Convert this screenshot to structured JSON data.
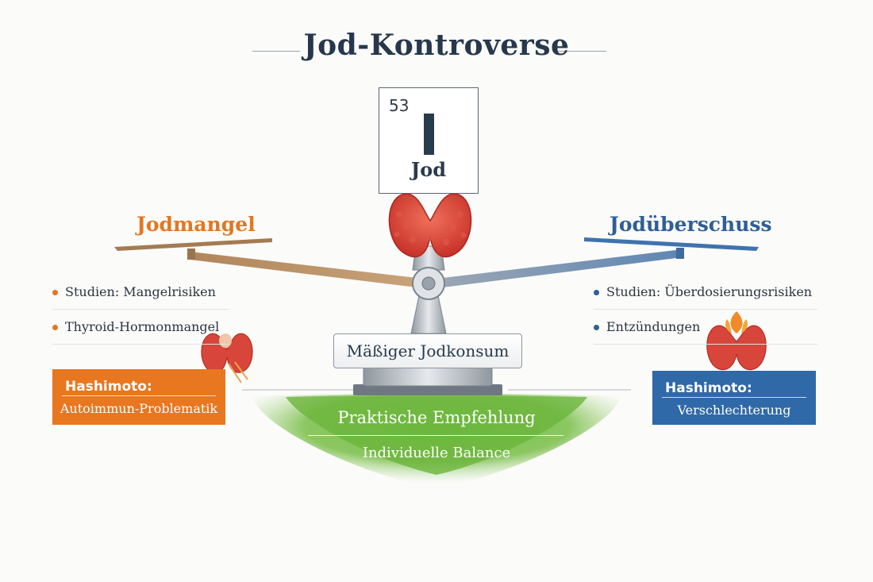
{
  "title": "Jod-Kontroverse",
  "element": {
    "number": "53",
    "symbol": "I",
    "name": "Jod"
  },
  "left": {
    "heading": "Jodmangel",
    "items": [
      "Studien: Mangelrisiken",
      "Thyroid-Hormonmangel"
    ],
    "box": {
      "title": "Hashimoto:",
      "text": "Autoimmun-Problematik"
    },
    "color": "#e8771f"
  },
  "right": {
    "heading": "Jodüberschuss",
    "items": [
      "Studien: Überdosierungsrisiken",
      "Entzündungen"
    ],
    "box": {
      "title": "Hashimoto:",
      "text": "Verschlechterung"
    },
    "color": "#2f69a8"
  },
  "center": {
    "label": "Mäßiger Jodkonsum"
  },
  "recommendation": {
    "title": "Praktische Empfehlung",
    "subtitle": "Individuelle Balance"
  },
  "colors": {
    "title": "#27384c",
    "accent_left": "#e37621",
    "accent_right": "#2f5f95",
    "grass": "#6cb53c"
  },
  "icons": [
    "thyroid-icon",
    "inflamed-thyroid-icon",
    "flame-icon",
    "balance-scale-icon"
  ]
}
